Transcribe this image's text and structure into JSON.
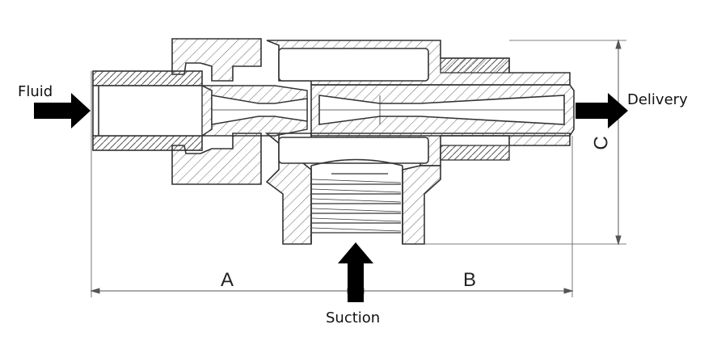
{
  "labels": {
    "fluid": "Fluid",
    "delivery": "Delivery",
    "suction": "Suction"
  },
  "dimensions": {
    "a": "A",
    "b": "B",
    "c": "C"
  },
  "colors": {
    "line": "#333333",
    "hatch": "#555555",
    "arrow": "#000000",
    "dimension": "#555555"
  }
}
